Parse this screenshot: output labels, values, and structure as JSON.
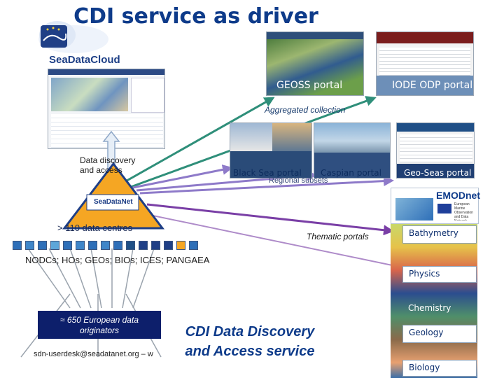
{
  "title": "CDI service as driver",
  "logo_text": "SeaDataCloud",
  "seadatanet_logo_text": "SeaDataNet",
  "global_portals": [
    "GEOSS portal",
    "IODE ODP portal"
  ],
  "aggregated_label": "Aggregated collection",
  "regional_portals": [
    "Black Sea portal",
    "Caspian portal",
    "Geo-Seas portal"
  ],
  "regional_label": "Regional subsets",
  "data_discovery_label": "Data discovery and access",
  "data_centres_label": "> 110 data centres",
  "thematic_label": "Thematic portals",
  "emodnet_text": "EMODnet",
  "emodnet_sub": "European Marine Observation and Data Network",
  "thematic_items": [
    "Bathymetry",
    "Physics",
    "Chemistry",
    "Geology",
    "Biology"
  ],
  "organisations": "NODCs; HOs; GEOs; BIOs; ICES; PANGAEA",
  "originators": "≈ 650 European data originators",
  "email": "sdn-userdesk@seadatanet.org – w",
  "service_name": "CDI Data Discovery and Access service",
  "colors": {
    "title": "#0e3b8a",
    "arrow_green": "#2f8f7a",
    "arrow_purple": "#8e7ac9",
    "arrow_violet": "#7a3fa6",
    "pyramid": "#f5a623"
  }
}
